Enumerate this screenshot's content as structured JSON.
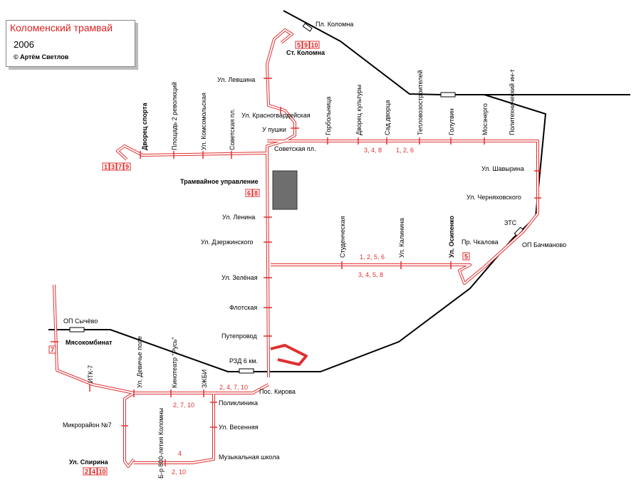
{
  "title": "Коломенский трамвай",
  "year": "2006",
  "copyright": "© Артём Светлов",
  "stations": {
    "pl_kolomna": "Пл. Коломна",
    "st_kolomna": "Ст. Коломна",
    "levshina": "Ул. Левшина",
    "krasnogvardeyskaya": "Ул. Красногвардейская",
    "u_pushki": "У пушки",
    "sovetskaya_pl_left": "Советская пл.",
    "sovetskaya_pl_right": "Советская пл.",
    "dvorets_sporta": "Дворец спорта",
    "pl_2_revolyutsiy": "Площадь 2 революций",
    "komsomolskaya": "Ул. Комсомольская",
    "gorbolnitsa": "Горбольница",
    "dvorets_kultury": "Дворец культуры",
    "sad_dvortsa": "Сад дворца",
    "teplovozostroiteley": "Тепловозостроителей",
    "golutvin": "Голутвин",
    "mosenergo": "Мосэнерго",
    "politekh": "Политехнический ин-т",
    "tramvaynoe": "Трамвайное управление",
    "shavyrina": "Ул. Шавырина",
    "chernyakhovskogo": "Ул. Черняховского",
    "zts": "ЗТС",
    "op_bachmanovo": "ОП Бачманово",
    "chkalova": "Пр. Чкалова",
    "osipenko": "Ул. Осипенко",
    "lenina": "Ул. Ленина",
    "dzerzhinskogo": "Ул. Дзержинского",
    "studencheskaya": "Студенческая",
    "kalinina": "Ул. Калинина",
    "zelyonaya": "Ул. Зелёная",
    "flotskaya": "Флотская",
    "puteprovod": "Путепровод",
    "rzd_6km": "РЗД 6 км.",
    "op_sychevo": "ОП Сычёво",
    "myasokombinat": "Мясокомбинат",
    "itk7": "ИТК-7",
    "devichye_pole": "Ул. Девичье поле",
    "kinoteatr": "Кинотеатр \"Русь\"",
    "zzhbi": "ЗЖБИ",
    "pos_kirova": "Пос. Кирова",
    "poliklinika": "Поликлиника",
    "vesennyaya": "Ул. Весенняя",
    "muz_shkola": "Музыкальная школа",
    "mikrorayon7": "Микрорайон №7",
    "b_r_800": "Б-р 800-летия Коломны",
    "spirina": "Ул. Спирина"
  },
  "route_badges": {
    "st_kolomna": [
      "5",
      "9",
      "10"
    ],
    "dvorets_sporta": [
      "1",
      "3",
      "7",
      "9"
    ],
    "tramvaynoe": [
      "6",
      "8"
    ],
    "osipenko": [
      "5"
    ],
    "myasokombinat": [
      "7"
    ],
    "spirina": [
      "2",
      "4",
      "10"
    ]
  },
  "route_labels": {
    "top_left": "3, 4, 8",
    "top_right": "1, 2, 6",
    "mid_top": "1, 2, 5, 6",
    "mid_bottom": "3, 4, 5, 8",
    "kirova": "2, 4, 7, 10",
    "left_bottom": "2, 7, 10",
    "loop_4": "4",
    "bottom": "2, 10"
  },
  "colors": {
    "tram_line": "#e03030",
    "railway": "#000000",
    "depot": "#6e6e6e",
    "title": "#e02020"
  }
}
